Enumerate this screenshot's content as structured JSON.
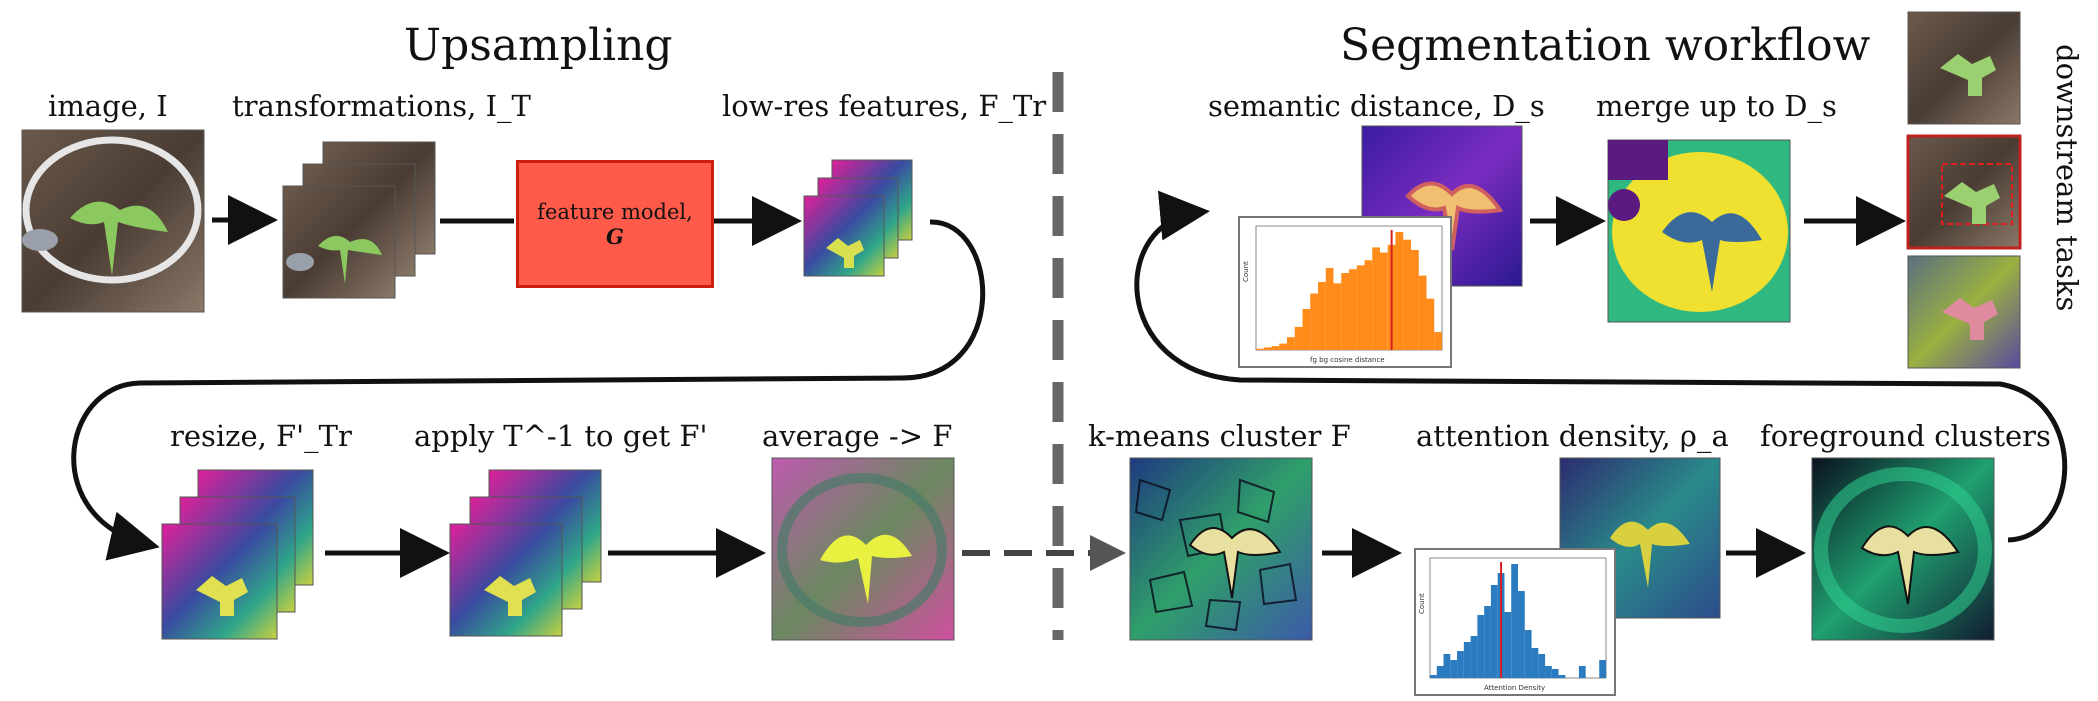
{
  "figure": {
    "headings": {
      "upsampling": "Upsampling",
      "segmentation": "Segmentation workflow"
    },
    "labels": {
      "image": "image, I",
      "transformations": "transformations, I_T",
      "low_res": "low-res features, F_Tr",
      "feature_model_line1": "feature model,",
      "feature_model_line2": "G",
      "resize": "resize, F'_Tr",
      "apply_inverse": "apply T^-1 to get F'",
      "average": "average -> F",
      "kmeans": "k-means cluster F",
      "attention_density": "attention density, ρ_a",
      "foreground_clusters": "foreground clusters",
      "semantic_distance": "semantic distance, D_s",
      "merge": "merge up to D_s",
      "downstream": "downstream tasks"
    },
    "inset_axes": {
      "semantic_xlabel": "fg bg cosine distance",
      "semantic_ylabel": "Count",
      "attention_xlabel": "Attention Density",
      "attention_ylabel": "Count"
    },
    "colors": {
      "feature_model_fill": "#ff5a4a",
      "feature_model_border": "#cc1f12",
      "semantic_hist_bars": "#ff8c1a",
      "attention_hist_bars": "#2a7bbf",
      "threshold_line": "#d62020",
      "divider": "#666666"
    },
    "icons": [
      "plant-photo",
      "feature-map",
      "segmentation-mask",
      "histogram"
    ]
  },
  "chart_data": [
    {
      "type": "bar",
      "xlabel": "fg bg cosine distance",
      "ylabel": "Count",
      "values": [
        1,
        2,
        3,
        5,
        10,
        18,
        32,
        44,
        53,
        64,
        52,
        60,
        63,
        66,
        70,
        80,
        76,
        82,
        92,
        86,
        78,
        58,
        40,
        14
      ],
      "threshold_index": 17.5
    },
    {
      "type": "bar",
      "xlabel": "Attention Density",
      "ylabel": "Count",
      "values": [
        1,
        4,
        8,
        6,
        9,
        12,
        14,
        21,
        24,
        31,
        35,
        22,
        38,
        29,
        16,
        10,
        8,
        4,
        3,
        1,
        0,
        0,
        4,
        0,
        0,
        6
      ],
      "threshold_index": 10.5
    }
  ]
}
